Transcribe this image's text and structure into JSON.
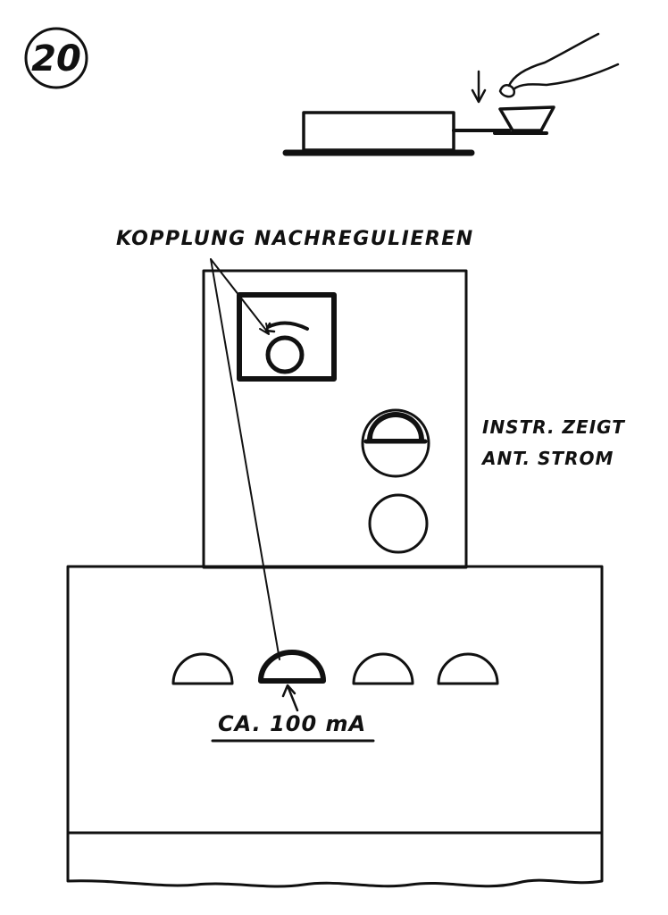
{
  "step": {
    "number": "20"
  },
  "labels": {
    "coupling": "KOPPLUNG NACHREGULIEREN",
    "instrument_line1": "INSTR. ZEIGT",
    "instrument_line2": "ANT. STROM",
    "current": "CA. 100 mA"
  },
  "colors": {
    "ink": "#111111",
    "paper": "#ffffff"
  }
}
